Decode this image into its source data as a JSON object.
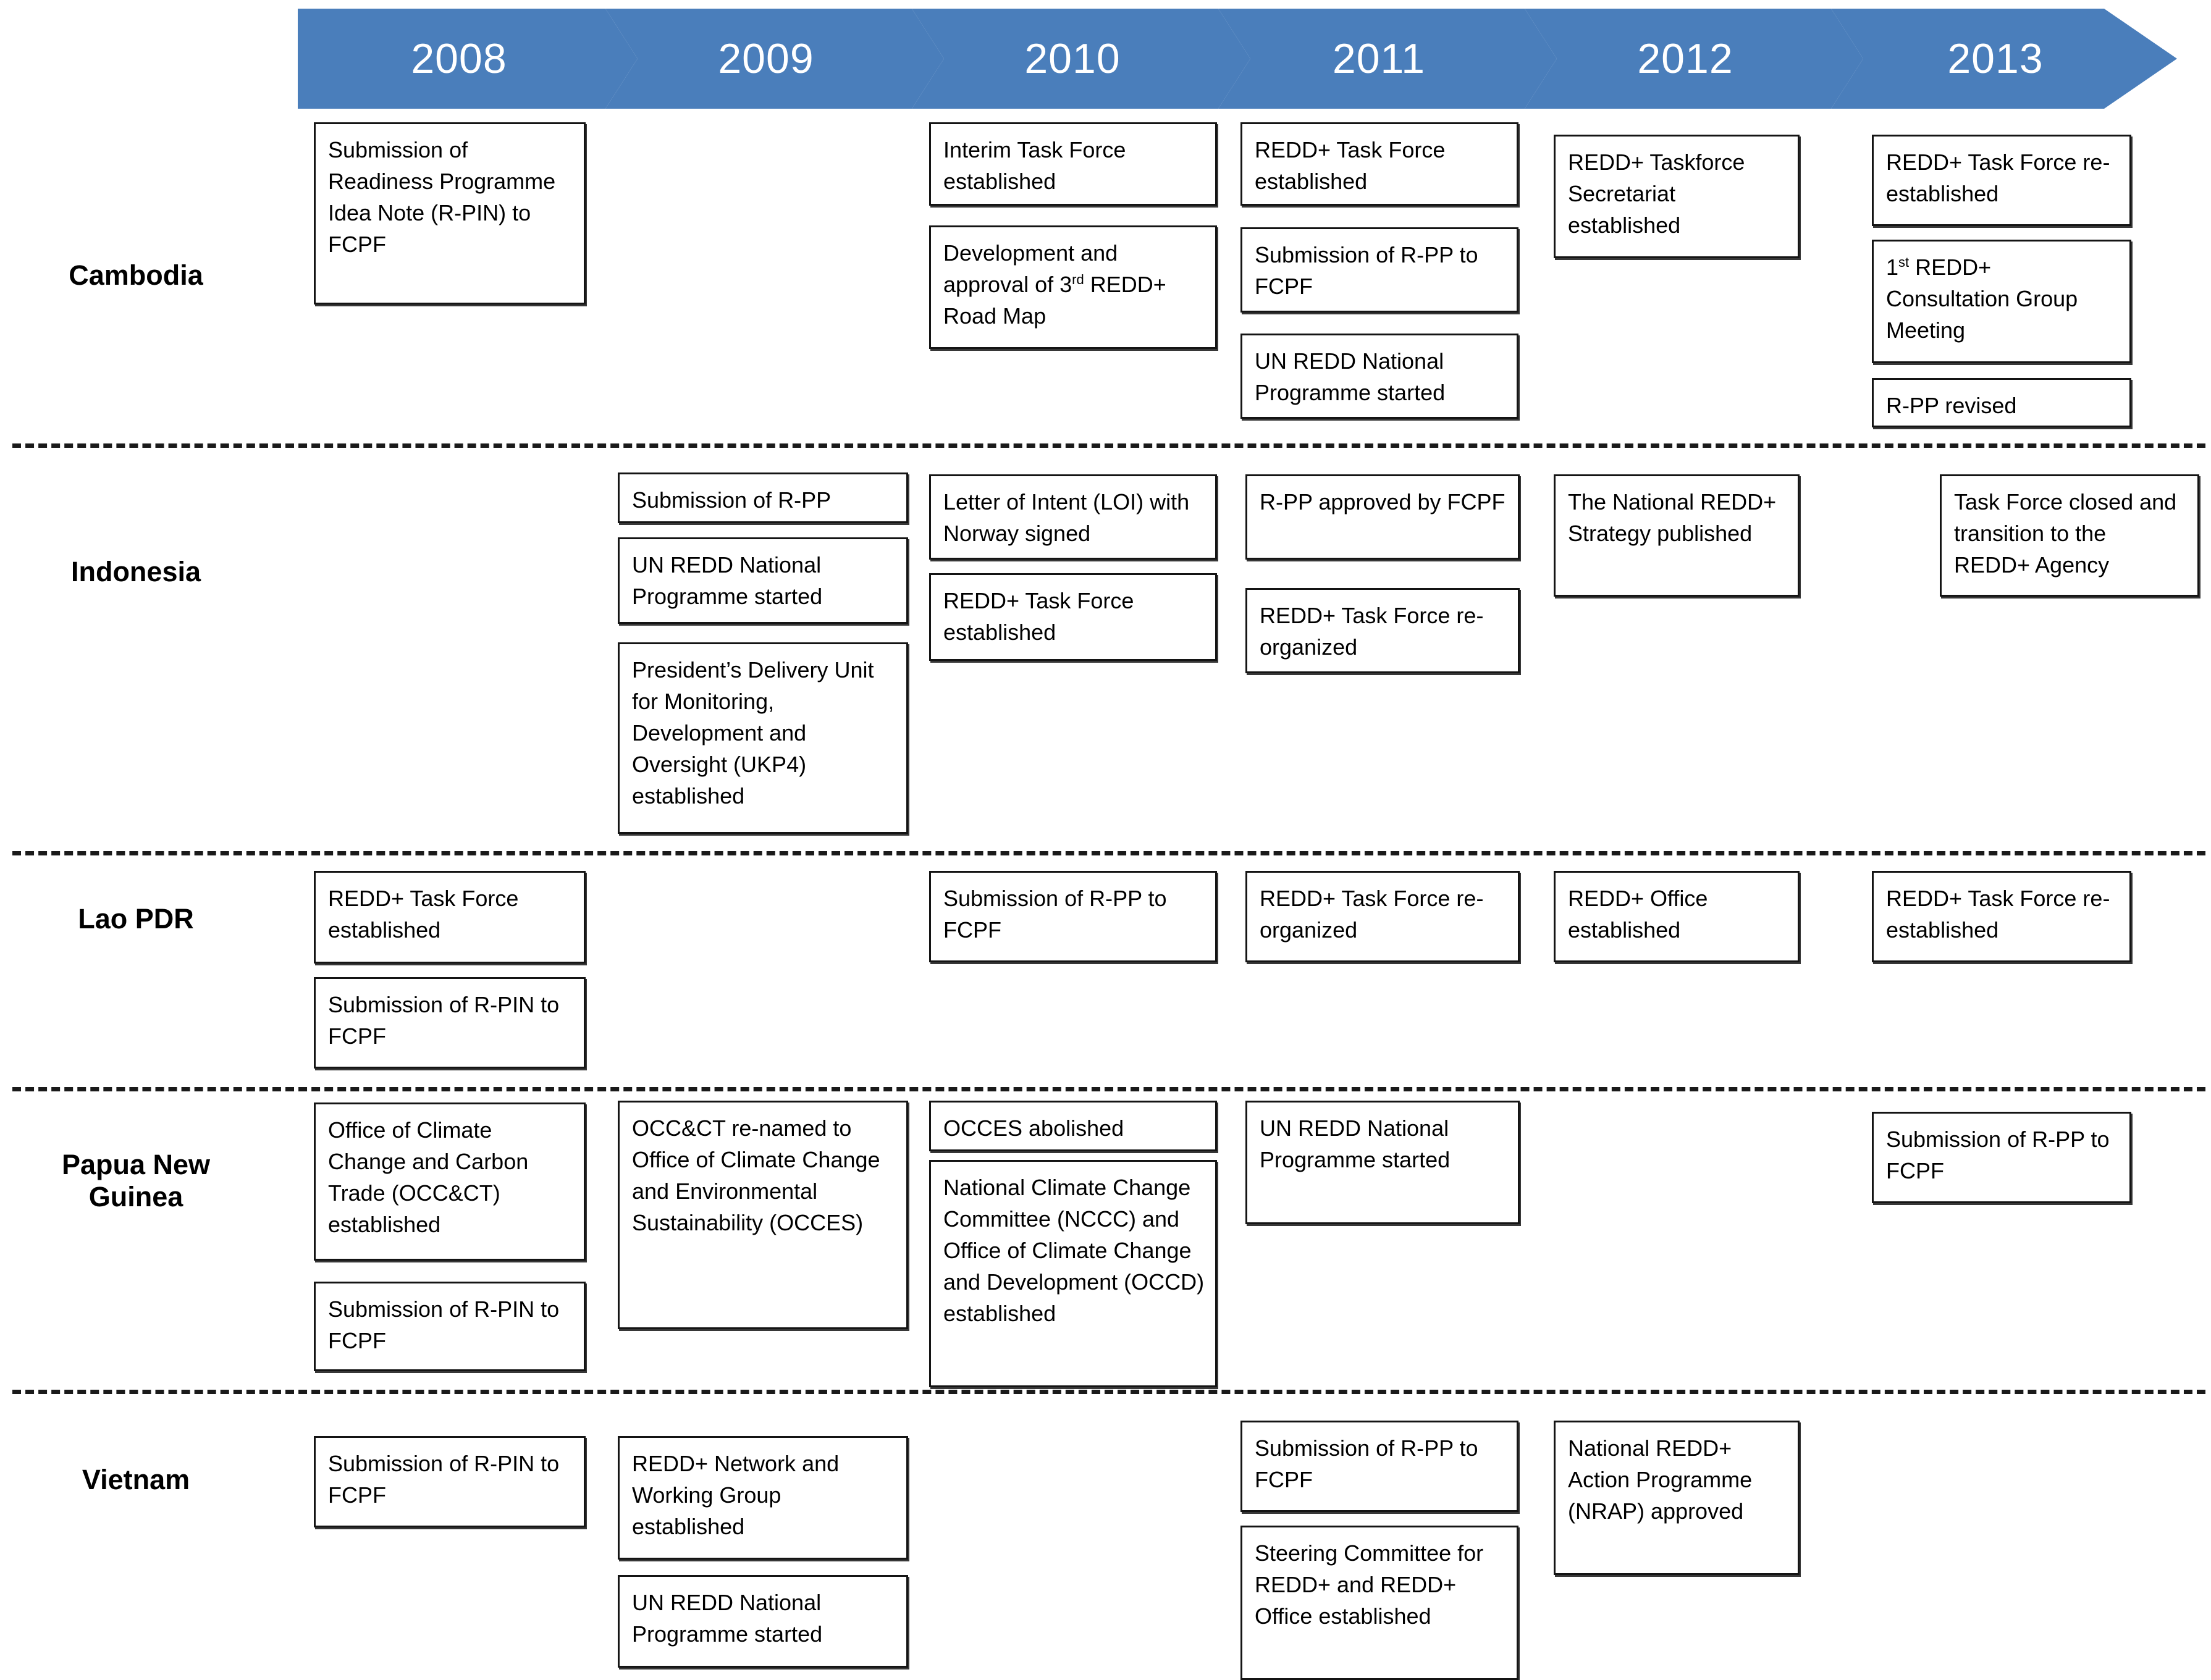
{
  "figure": {
    "type": "timeline",
    "accent_color": "#4a7ebb",
    "box_border_color": "#141414",
    "background": "#ffffff"
  },
  "timeline": {
    "years": [
      "2008",
      "2009",
      "2010",
      "2011",
      "2012",
      "2013"
    ]
  },
  "countries": [
    {
      "name": "Cambodia"
    },
    {
      "name": "Indonesia"
    },
    {
      "name": "Lao PDR"
    },
    {
      "name": "Papua New Guinea",
      "line1": "Papua New",
      "line2": "Guinea"
    },
    {
      "name": "Vietnam"
    }
  ],
  "events": {
    "cambodia": {
      "y2008": [
        "Submission of Readiness Programme Idea Note (R-PIN) to FCPF"
      ],
      "y2009": [],
      "y2010": [
        "Interim Task Force established",
        "Development and approval of 3rd REDD+ Road Map"
      ],
      "y2011": [
        "REDD+ Task Force established",
        "Submission of R-PP to FCPF",
        "UN REDD National Programme started"
      ],
      "y2012": [
        "REDD+ Taskforce Secretariat established"
      ],
      "y2013": [
        "REDD+ Task Force re-established",
        "1st REDD+ Consultation Group Meeting",
        "R-PP revised"
      ]
    },
    "indonesia": {
      "y2008": [],
      "y2009": [
        "Submission of R-PP",
        "UN REDD National Programme started",
        "President’s Delivery Unit for Monitoring, Development and Oversight (UKP4) established"
      ],
      "y2010": [
        "Letter of Intent (LOI) with Norway signed",
        "REDD+ Task Force established"
      ],
      "y2011": [
        "R-PP approved by FCPF",
        "REDD+ Task Force re-organized"
      ],
      "y2012": [
        "The National REDD+ Strategy published"
      ],
      "y2013": [
        "Task Force closed and transition to the REDD+ Agency"
      ]
    },
    "lao_pdr": {
      "y2008": [
        "REDD+ Task Force established",
        "Submission of R-PIN to FCPF"
      ],
      "y2009": [],
      "y2010": [
        "Submission of  R-PP to FCPF"
      ],
      "y2011": [
        "REDD+ Task Force re-organized"
      ],
      "y2012": [
        "REDD+ Office established"
      ],
      "y2013": [
        "REDD+ Task Force re-established"
      ]
    },
    "papua_new_guinea": {
      "y2008": [
        "Office of Climate Change and Carbon Trade (OCC&CT) established",
        "Submission of R-PIN to FCPF"
      ],
      "y2009": [
        "OCC&CT re-named to Office of Climate Change and Environmental Sustainability (OCCES)"
      ],
      "y2010": [
        "OCCES abolished",
        "National Climate Change Committee (NCCC) and  Office of Climate Change and Development (OCCD) established"
      ],
      "y2011": [
        "UN REDD National Programme started"
      ],
      "y2012": [],
      "y2013": [
        "Submission of  R-PP to FCPF"
      ]
    },
    "vietnam": {
      "y2008": [
        "Submission of R-PIN to FCPF"
      ],
      "y2009": [
        "REDD+ Network and Working Group established",
        "UN REDD National Programme started"
      ],
      "y2010": [],
      "y2011": [
        "Submission of  R-PP to FCPF",
        "Steering Committee for REDD+ and REDD+ Office established"
      ],
      "y2012": [
        "National REDD+ Action Programme (NRAP) approved"
      ],
      "y2013": []
    }
  },
  "superscripts": {
    "cambodia_roadmap": {
      "prefix": "Development and approval of 3",
      "sup": "rd",
      "suffix": " REDD+ Road Map"
    },
    "cambodia_consultation": {
      "prefix": "1",
      "sup": "st",
      "suffix": " REDD+ Consultation Group Meeting"
    }
  }
}
